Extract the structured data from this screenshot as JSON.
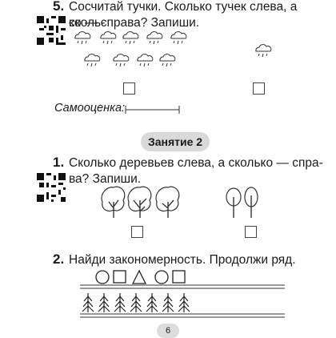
{
  "task5": {
    "number": "5.",
    "line1": "Сосчитай тучки. Сколько тучек слева, а сколь-",
    "line2": "ко — справа? Запиши."
  },
  "self_assessment": {
    "label": "Самооценка:"
  },
  "lesson": {
    "label": "Занятие 2"
  },
  "task1": {
    "number": "1.",
    "line1": "Сколько деревьев слева, а сколько — спра-",
    "line2": "ва? Запиши."
  },
  "task2": {
    "number": "2.",
    "text": "Найди закономерность. Продолжи ряд."
  },
  "page_number": "6",
  "icons": [
    "qr-code-icon",
    "rain-cloud-icon",
    "tree-icon",
    "circle-icon",
    "square-icon",
    "triangle-icon",
    "fir-tree-icon"
  ]
}
